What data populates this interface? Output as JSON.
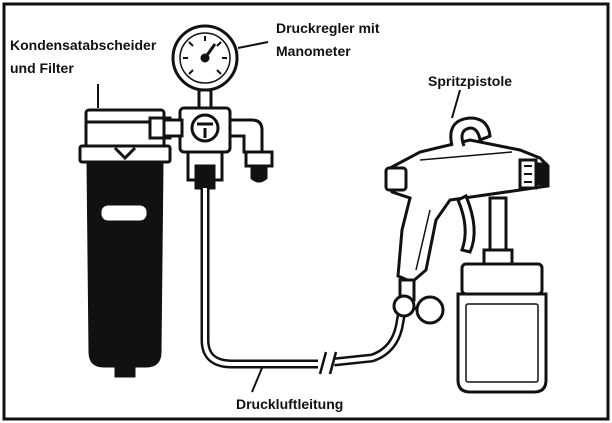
{
  "labels": {
    "filter_line1": "Kondensatabscheider",
    "filter_line2": "und Filter",
    "regulator_line1": "Druckregler mit",
    "regulator_line2": "Manometer",
    "gun": "Spritzpistole",
    "hose": "Druckluftleitung"
  },
  "colors": {
    "ink": "#111111",
    "background": "#ffffff"
  }
}
